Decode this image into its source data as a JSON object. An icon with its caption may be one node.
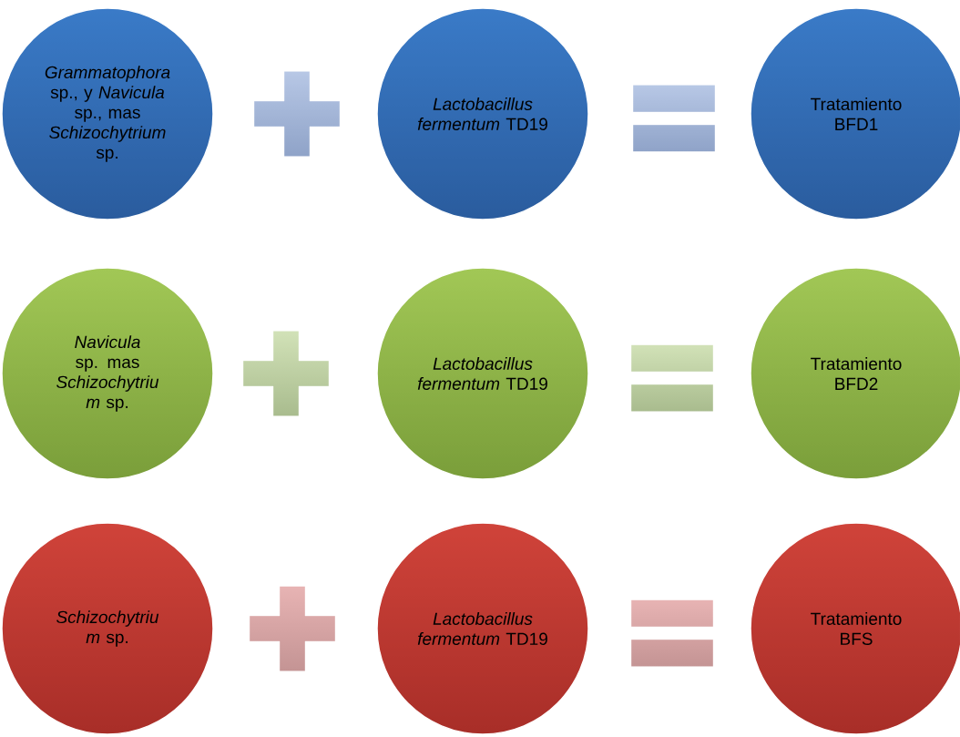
{
  "diagram": {
    "nodes": [
      {
        "text": [
          "*Grammatophora* sp., y *Navicula* sp., mas *Schizochytrium* sp."
        ]
      },
      {
        "text": [
          "*Lactobacillus fermentum* TD19"
        ]
      },
      {
        "text": [
          "Tratamiento BFD1"
        ]
      },
      {
        "text": [
          "*Navicula* sp. mas *Schizochytriu m* sp."
        ]
      },
      {
        "text": [
          "*Lactobacillus fermentum* TD19"
        ]
      },
      {
        "text": [
          "Tratamiento BFD2"
        ]
      },
      {
        "text": [
          "*Schizochytriu m* sp."
        ]
      },
      {
        "text": [
          "*Lactobacillus fermentum* TD19"
        ]
      },
      {
        "text": [
          "Tratamiento BFS"
        ]
      }
    ]
  }
}
